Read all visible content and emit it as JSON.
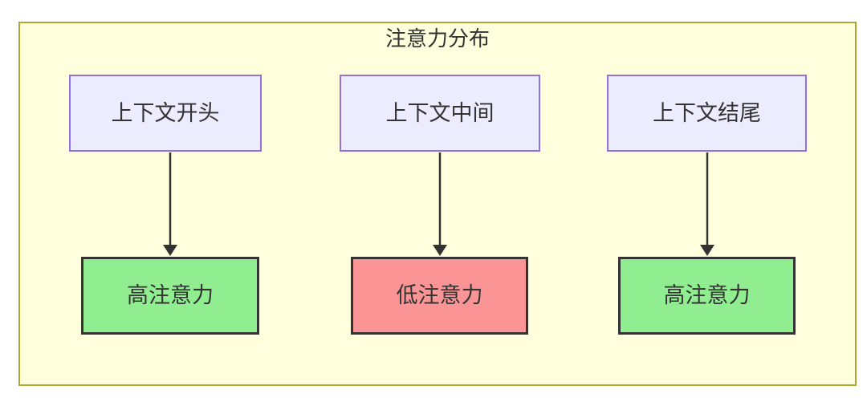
{
  "diagram": {
    "title": "注意力分布",
    "top_nodes": [
      {
        "id": "context-start",
        "label": "上下文开头"
      },
      {
        "id": "context-middle",
        "label": "上下文中间"
      },
      {
        "id": "context-end",
        "label": "上下文结尾"
      }
    ],
    "bottom_nodes": [
      {
        "id": "attention-high-left",
        "label": "高注意力",
        "level": "high"
      },
      {
        "id": "attention-low-middle",
        "label": "低注意力",
        "level": "low"
      },
      {
        "id": "attention-high-right",
        "label": "高注意力",
        "level": "high"
      }
    ],
    "edges": [
      {
        "from": "context-start",
        "to": "attention-high-left"
      },
      {
        "from": "context-middle",
        "to": "attention-low-middle"
      },
      {
        "from": "context-end",
        "to": "attention-high-right"
      }
    ],
    "colors": {
      "container_fill": "#FFFFDE",
      "container_border": "#AAAA33",
      "source_fill": "#ECECFF",
      "source_border": "#9370DB",
      "high_attention_fill": "#90EE90",
      "low_attention_fill": "#FB9595",
      "result_border": "#333333",
      "text": "#333333",
      "arrow": "#333333"
    }
  }
}
